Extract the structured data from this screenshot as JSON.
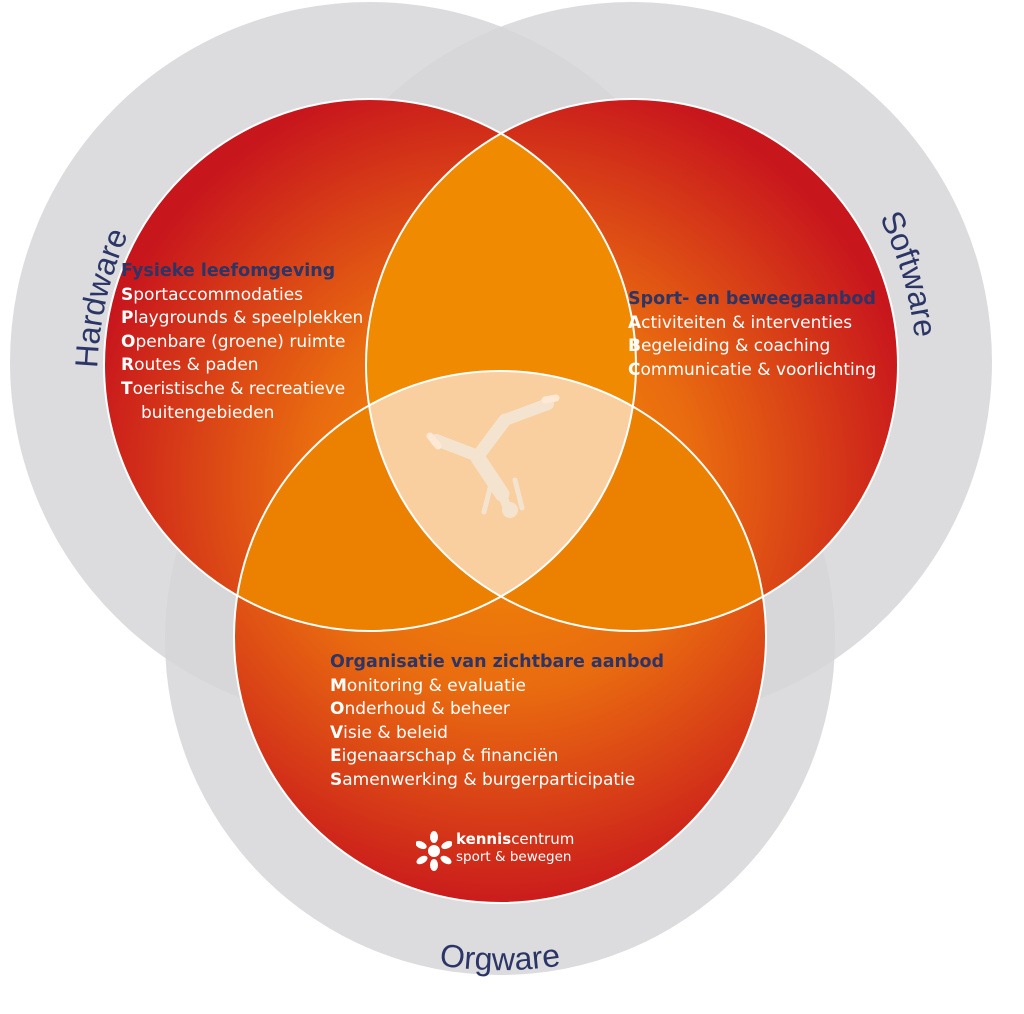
{
  "rings": {
    "hardware": "Hardware",
    "software": "Software",
    "orgware": "Orgware"
  },
  "circles": {
    "left": {
      "heading": "Fysieke leefomgeving",
      "items": [
        {
          "initial": "S",
          "rest": "portaccommodaties"
        },
        {
          "initial": "P",
          "rest": "laygrounds & speelplekken"
        },
        {
          "initial": "O",
          "rest": "penbare (groene) ruimte"
        },
        {
          "initial": "R",
          "rest": "outes & paden"
        },
        {
          "initial": "T",
          "rest": "oeristische & recreatieve"
        }
      ],
      "continuation": "buitengebieden"
    },
    "right": {
      "heading": "Sport- en beweegaanbod",
      "items": [
        {
          "initial": "A",
          "rest": "ctiviteiten & interventies"
        },
        {
          "initial": "B",
          "rest": "egeleiding & coaching"
        },
        {
          "initial": "C",
          "rest": "ommunicatie & voorlichting"
        }
      ]
    },
    "bottom": {
      "heading": "Organisatie van zichtbare aanbod",
      "items": [
        {
          "initial": "M",
          "rest": "onitoring & evaluatie"
        },
        {
          "initial": "O",
          "rest": "nderhoud & beheer"
        },
        {
          "initial": "V",
          "rest": "isie & beleid"
        },
        {
          "initial": "E",
          "rest": "igenaarschap & financiën"
        },
        {
          "initial": "S",
          "rest": "amenwerking & burgerparticipatie"
        }
      ]
    }
  },
  "logo": {
    "line1_bold": "kennis",
    "line1_rest": "centrum",
    "line2": "sport & bewegen"
  },
  "colors": {
    "ring": "#d6d6d8",
    "ring_overlap": "#c6c6c8",
    "circle_edge": "#c8161d",
    "circle_center": "#f39200",
    "heading": "#2b3566",
    "center_fill": "#f9cfa0"
  },
  "icons": {
    "center": "handstand-figure-illustration",
    "logo": "kenniscentrum-star-icon"
  }
}
